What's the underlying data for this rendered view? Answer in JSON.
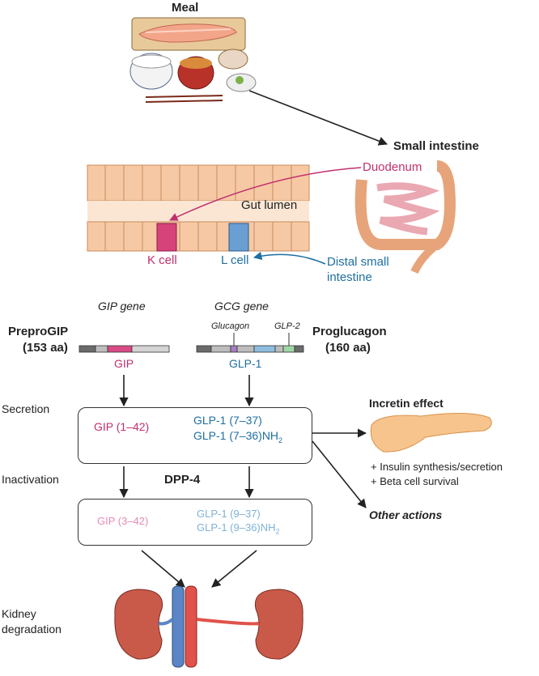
{
  "meal": {
    "label": "Meal"
  },
  "intestine": {
    "title": "Small intestine",
    "duodenum": "Duodenum",
    "gut_lumen": "Gut lumen",
    "k_cell": "K cell",
    "l_cell": "L cell",
    "distal": "Distal small",
    "distal2": "intestine"
  },
  "genes": {
    "gip_gene": "GIP gene",
    "gcg_gene": "GCG gene",
    "prepro_gip": "PreproGIP",
    "prepro_gip_len": "(153 aa)",
    "proglucagon": "Proglucagon",
    "proglucagon_len": "(160 aa)",
    "glucagon": "Glucagon",
    "glp2": "GLP-2",
    "gip": "GIP",
    "glp1": "GLP-1"
  },
  "stages": {
    "secretion": "Secretion",
    "inactivation": "Inactivation",
    "kidney": "Kidney",
    "degradation": "degradation"
  },
  "secretion_box": {
    "gip": "GIP (1–42)",
    "glp1_a": "GLP-1 (7–37)",
    "glp1_b": "GLP-1 (7–36)NH",
    "glp1_b_sub": "2"
  },
  "dpp4": "DPP-4",
  "inactive_box": {
    "gip": "GIP (3–42)",
    "glp1_a": "GLP-1 (9–37)",
    "glp1_b": "GLP-1 (9–36)NH",
    "glp1_b_sub": "2"
  },
  "incretin": {
    "title": "Incretin effect",
    "line1": "+ Insulin synthesis/secretion",
    "line2": "+ Beta cell survival",
    "other": "Other actions"
  },
  "colors": {
    "magenta": "#c0306e",
    "blue": "#1f6fa0",
    "cell": "#f6c9a4"
  }
}
